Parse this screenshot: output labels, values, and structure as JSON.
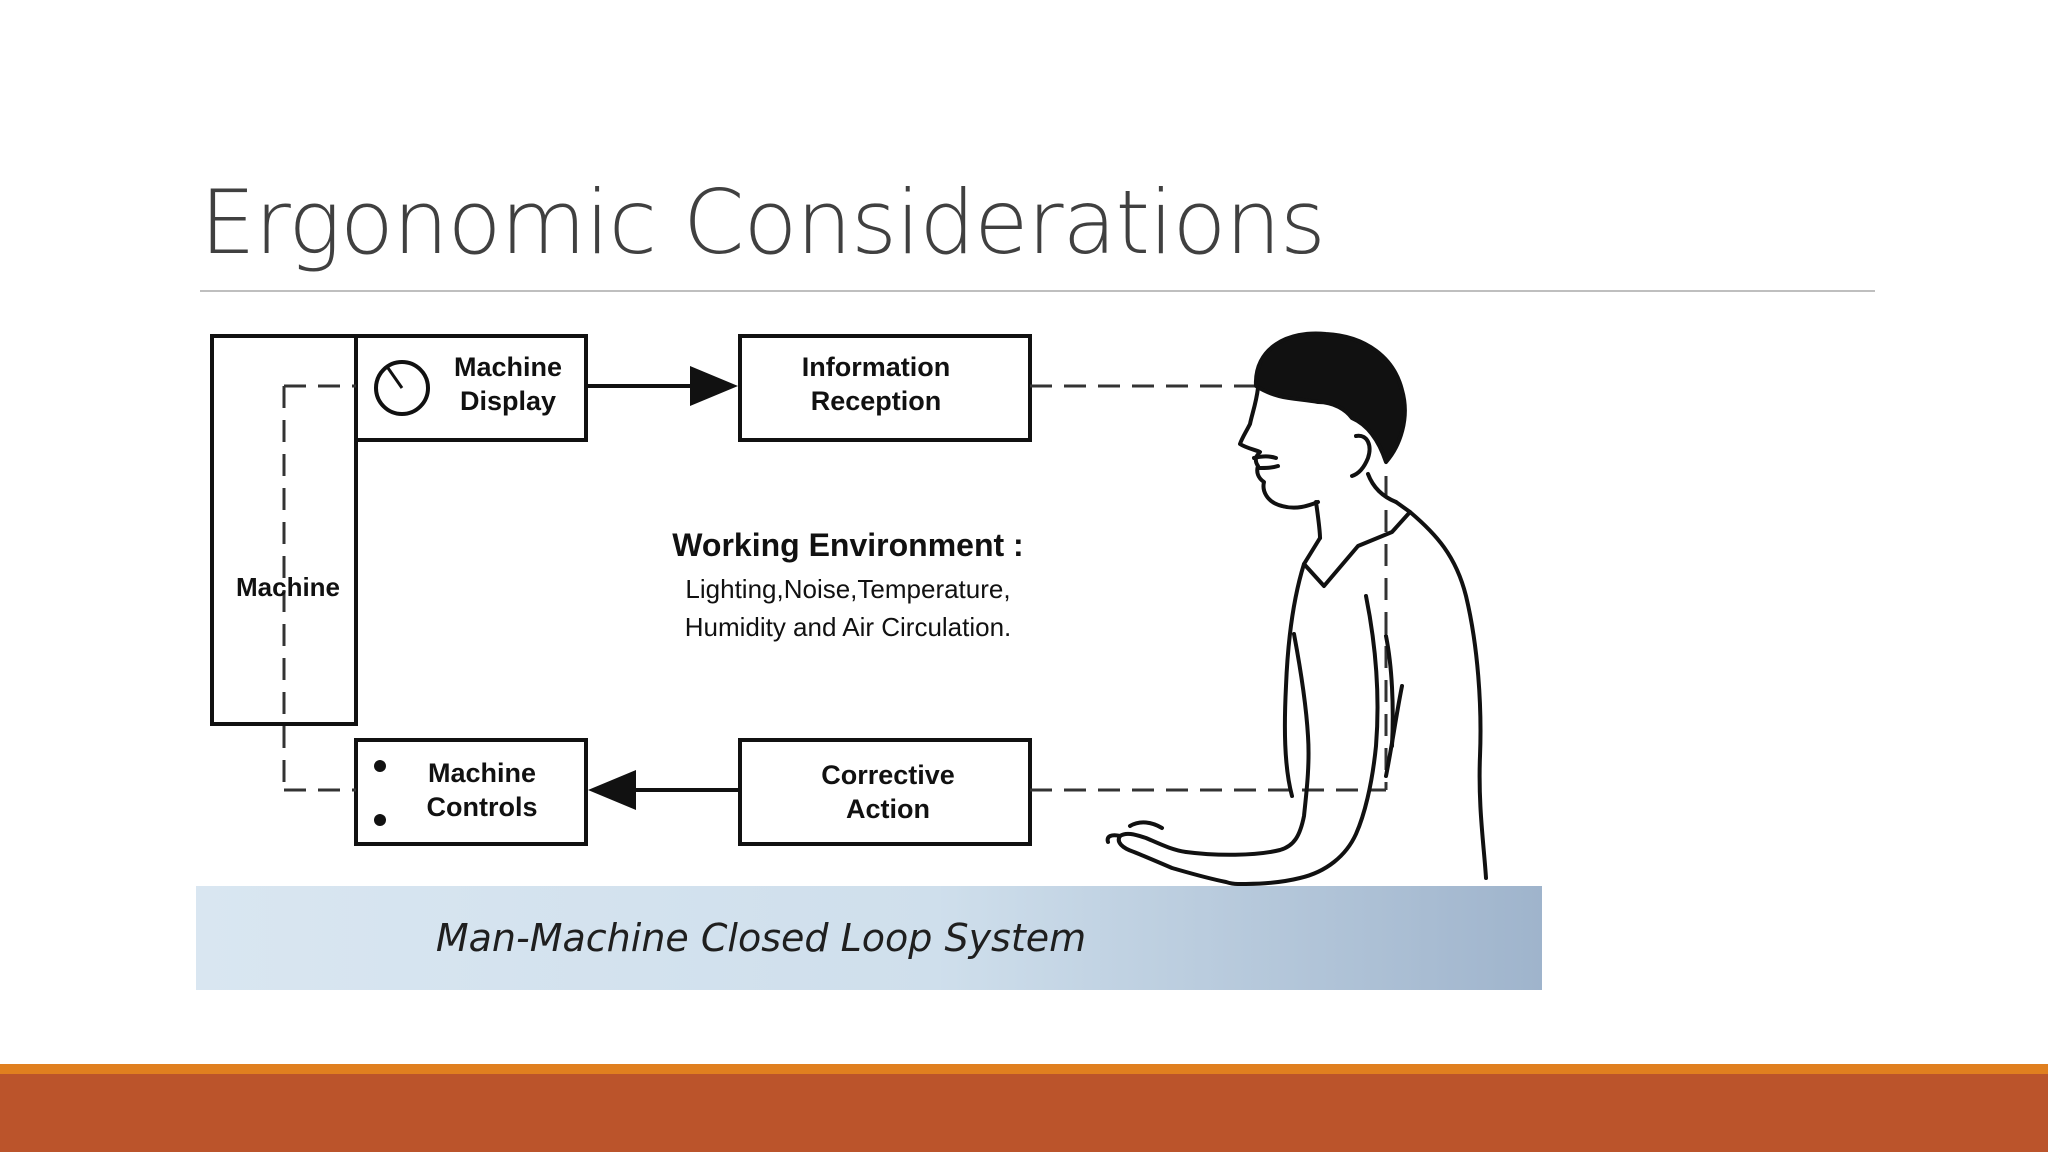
{
  "slide": {
    "title": "Ergonomic Considerations"
  },
  "diagram": {
    "machine_label": "Machine",
    "machine_display": [
      "Machine",
      "Display"
    ],
    "machine_controls": [
      "Machine",
      "Controls"
    ],
    "information_reception": [
      "Information",
      "Reception"
    ],
    "corrective_action": [
      "Corrective",
      "Action"
    ],
    "environment_heading": "Working Environment :",
    "environment_lines": [
      "Lighting,Noise,Temperature,",
      "Humidity and Air Circulation."
    ],
    "caption": "Man-Machine Closed Loop System"
  },
  "colors": {
    "footer_accent": "#e07f1f",
    "footer_bar": "#bb542b",
    "caption_band": "#cfdfec"
  }
}
